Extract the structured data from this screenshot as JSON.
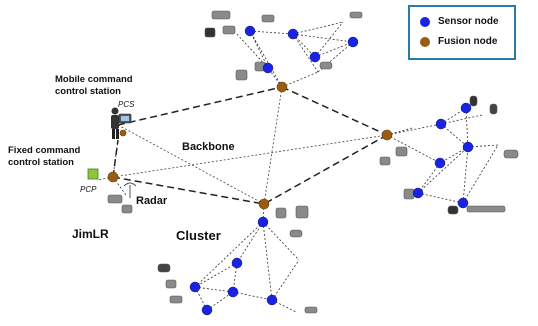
{
  "legend": {
    "sensor_label": "Sensor node",
    "fusion_label": "Fusion node",
    "sensor_color": "#1a24e0",
    "fusion_color": "#9a5b12"
  },
  "labels": {
    "mobile_station": [
      "Mobile command",
      "control station"
    ],
    "pcs": "PCS",
    "fixed_station": [
      "Fixed command",
      "control station"
    ],
    "pcp": "PCP",
    "radar": "Radar",
    "backbone": "Backbone",
    "jimlr": "JimLR",
    "cluster": "Cluster"
  },
  "colors": {
    "pcp_square": "#8cc63f",
    "backbone_line": "#222222",
    "cluster_line": "#333333"
  }
}
